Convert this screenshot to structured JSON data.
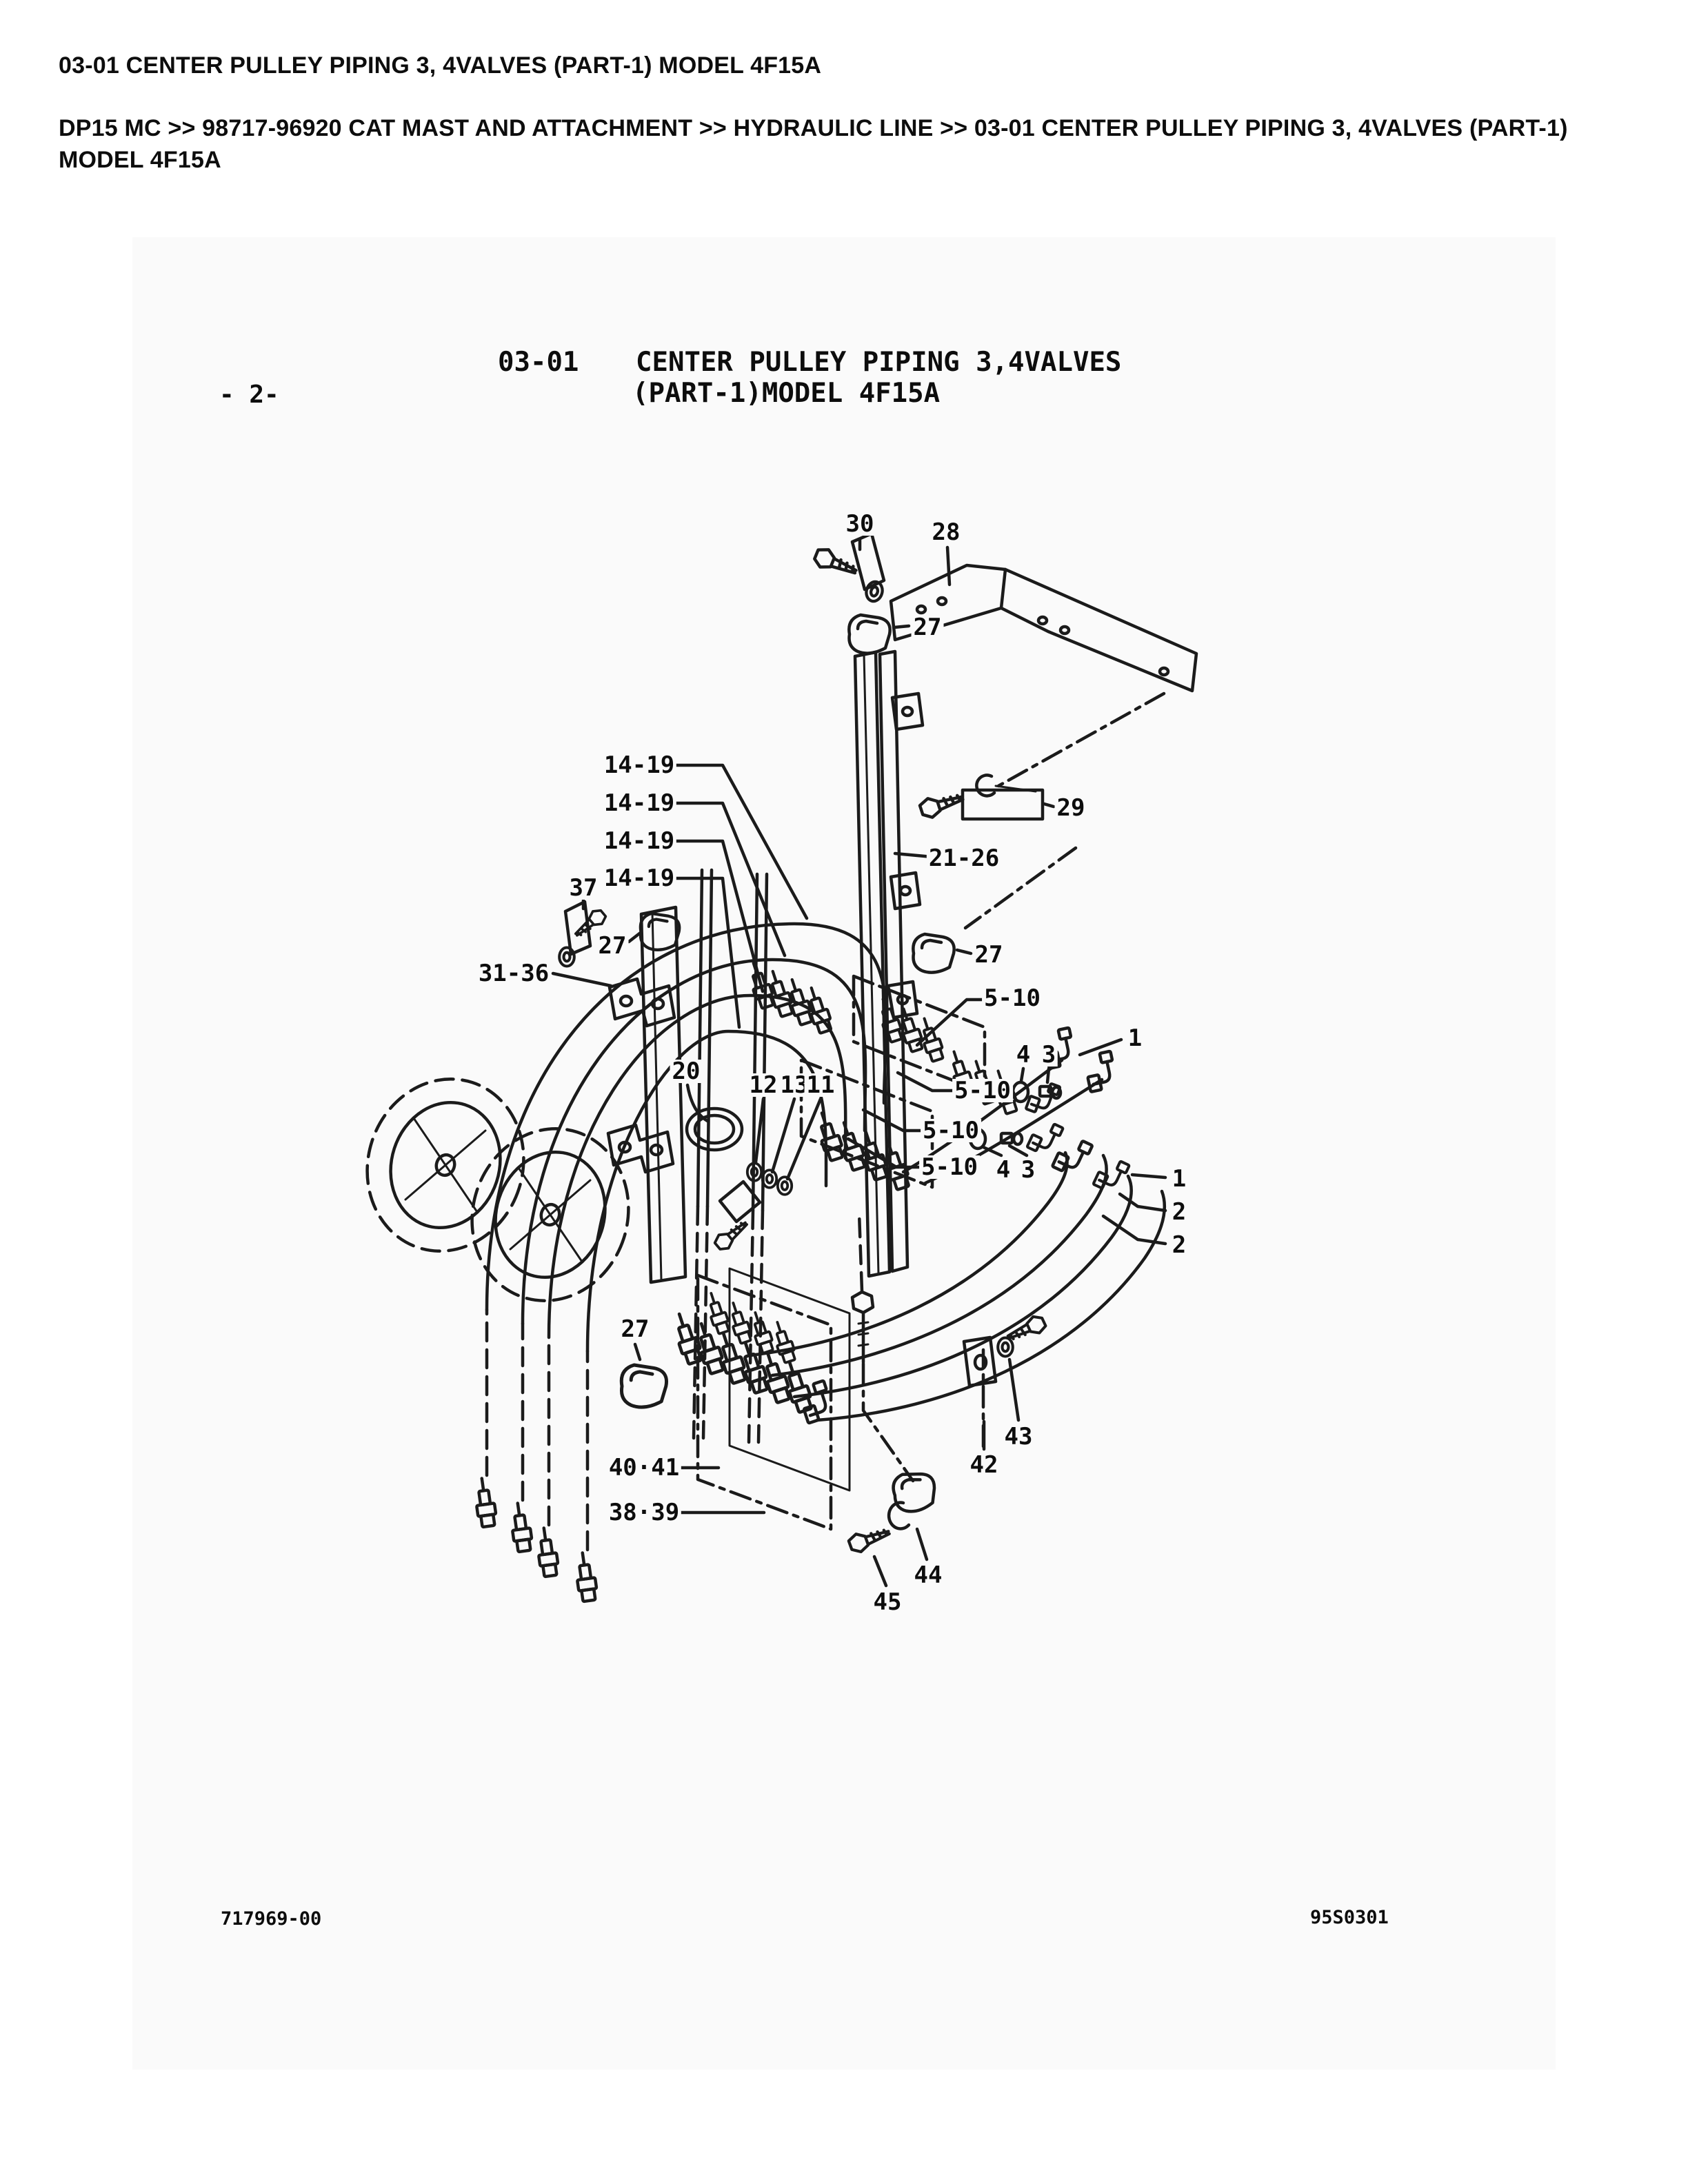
{
  "page": {
    "title": "03-01 CENTER PULLEY PIPING 3, 4VALVES (PART-1) MODEL 4F15A",
    "breadcrumb": "DP15 MC >> 98717-96920 CAT MAST AND ATTACHMENT >> HYDRAULIC LINE >> 03-01 CENTER PULLEY PIPING 3, 4VALVES (PART-1) MODEL 4F15A"
  },
  "figure": {
    "section_no": "03-01",
    "caption_line1": "CENTER PULLEY PIPING 3,4VALVES",
    "caption_line2": "(PART-1)MODEL 4F15A",
    "sheet_no": "- 2-",
    "doc_no": "717969-00",
    "figure_code": "95S0301"
  },
  "callouts": [
    {
      "label": "30"
    },
    {
      "label": "28"
    },
    {
      "label": "27"
    },
    {
      "label": "14-19"
    },
    {
      "label": "14-19"
    },
    {
      "label": "14-19"
    },
    {
      "label": "14-19"
    },
    {
      "label": "37"
    },
    {
      "label": "27"
    },
    {
      "label": "31-36"
    },
    {
      "label": "21-26"
    },
    {
      "label": "29"
    },
    {
      "label": "27"
    },
    {
      "label": "5-10"
    },
    {
      "label": "20"
    },
    {
      "label": "12"
    },
    {
      "label": "13"
    },
    {
      "label": "11"
    },
    {
      "label": "5-10"
    },
    {
      "label": "5-10"
    },
    {
      "label": "5-10"
    },
    {
      "label": "4"
    },
    {
      "label": "3"
    },
    {
      "label": "1"
    },
    {
      "label": "4"
    },
    {
      "label": "3"
    },
    {
      "label": "1"
    },
    {
      "label": "2"
    },
    {
      "label": "2"
    },
    {
      "label": "27"
    },
    {
      "label": "40·41"
    },
    {
      "label": "38·39"
    },
    {
      "label": "43"
    },
    {
      "label": "42"
    },
    {
      "label": "44"
    },
    {
      "label": "45"
    }
  ]
}
